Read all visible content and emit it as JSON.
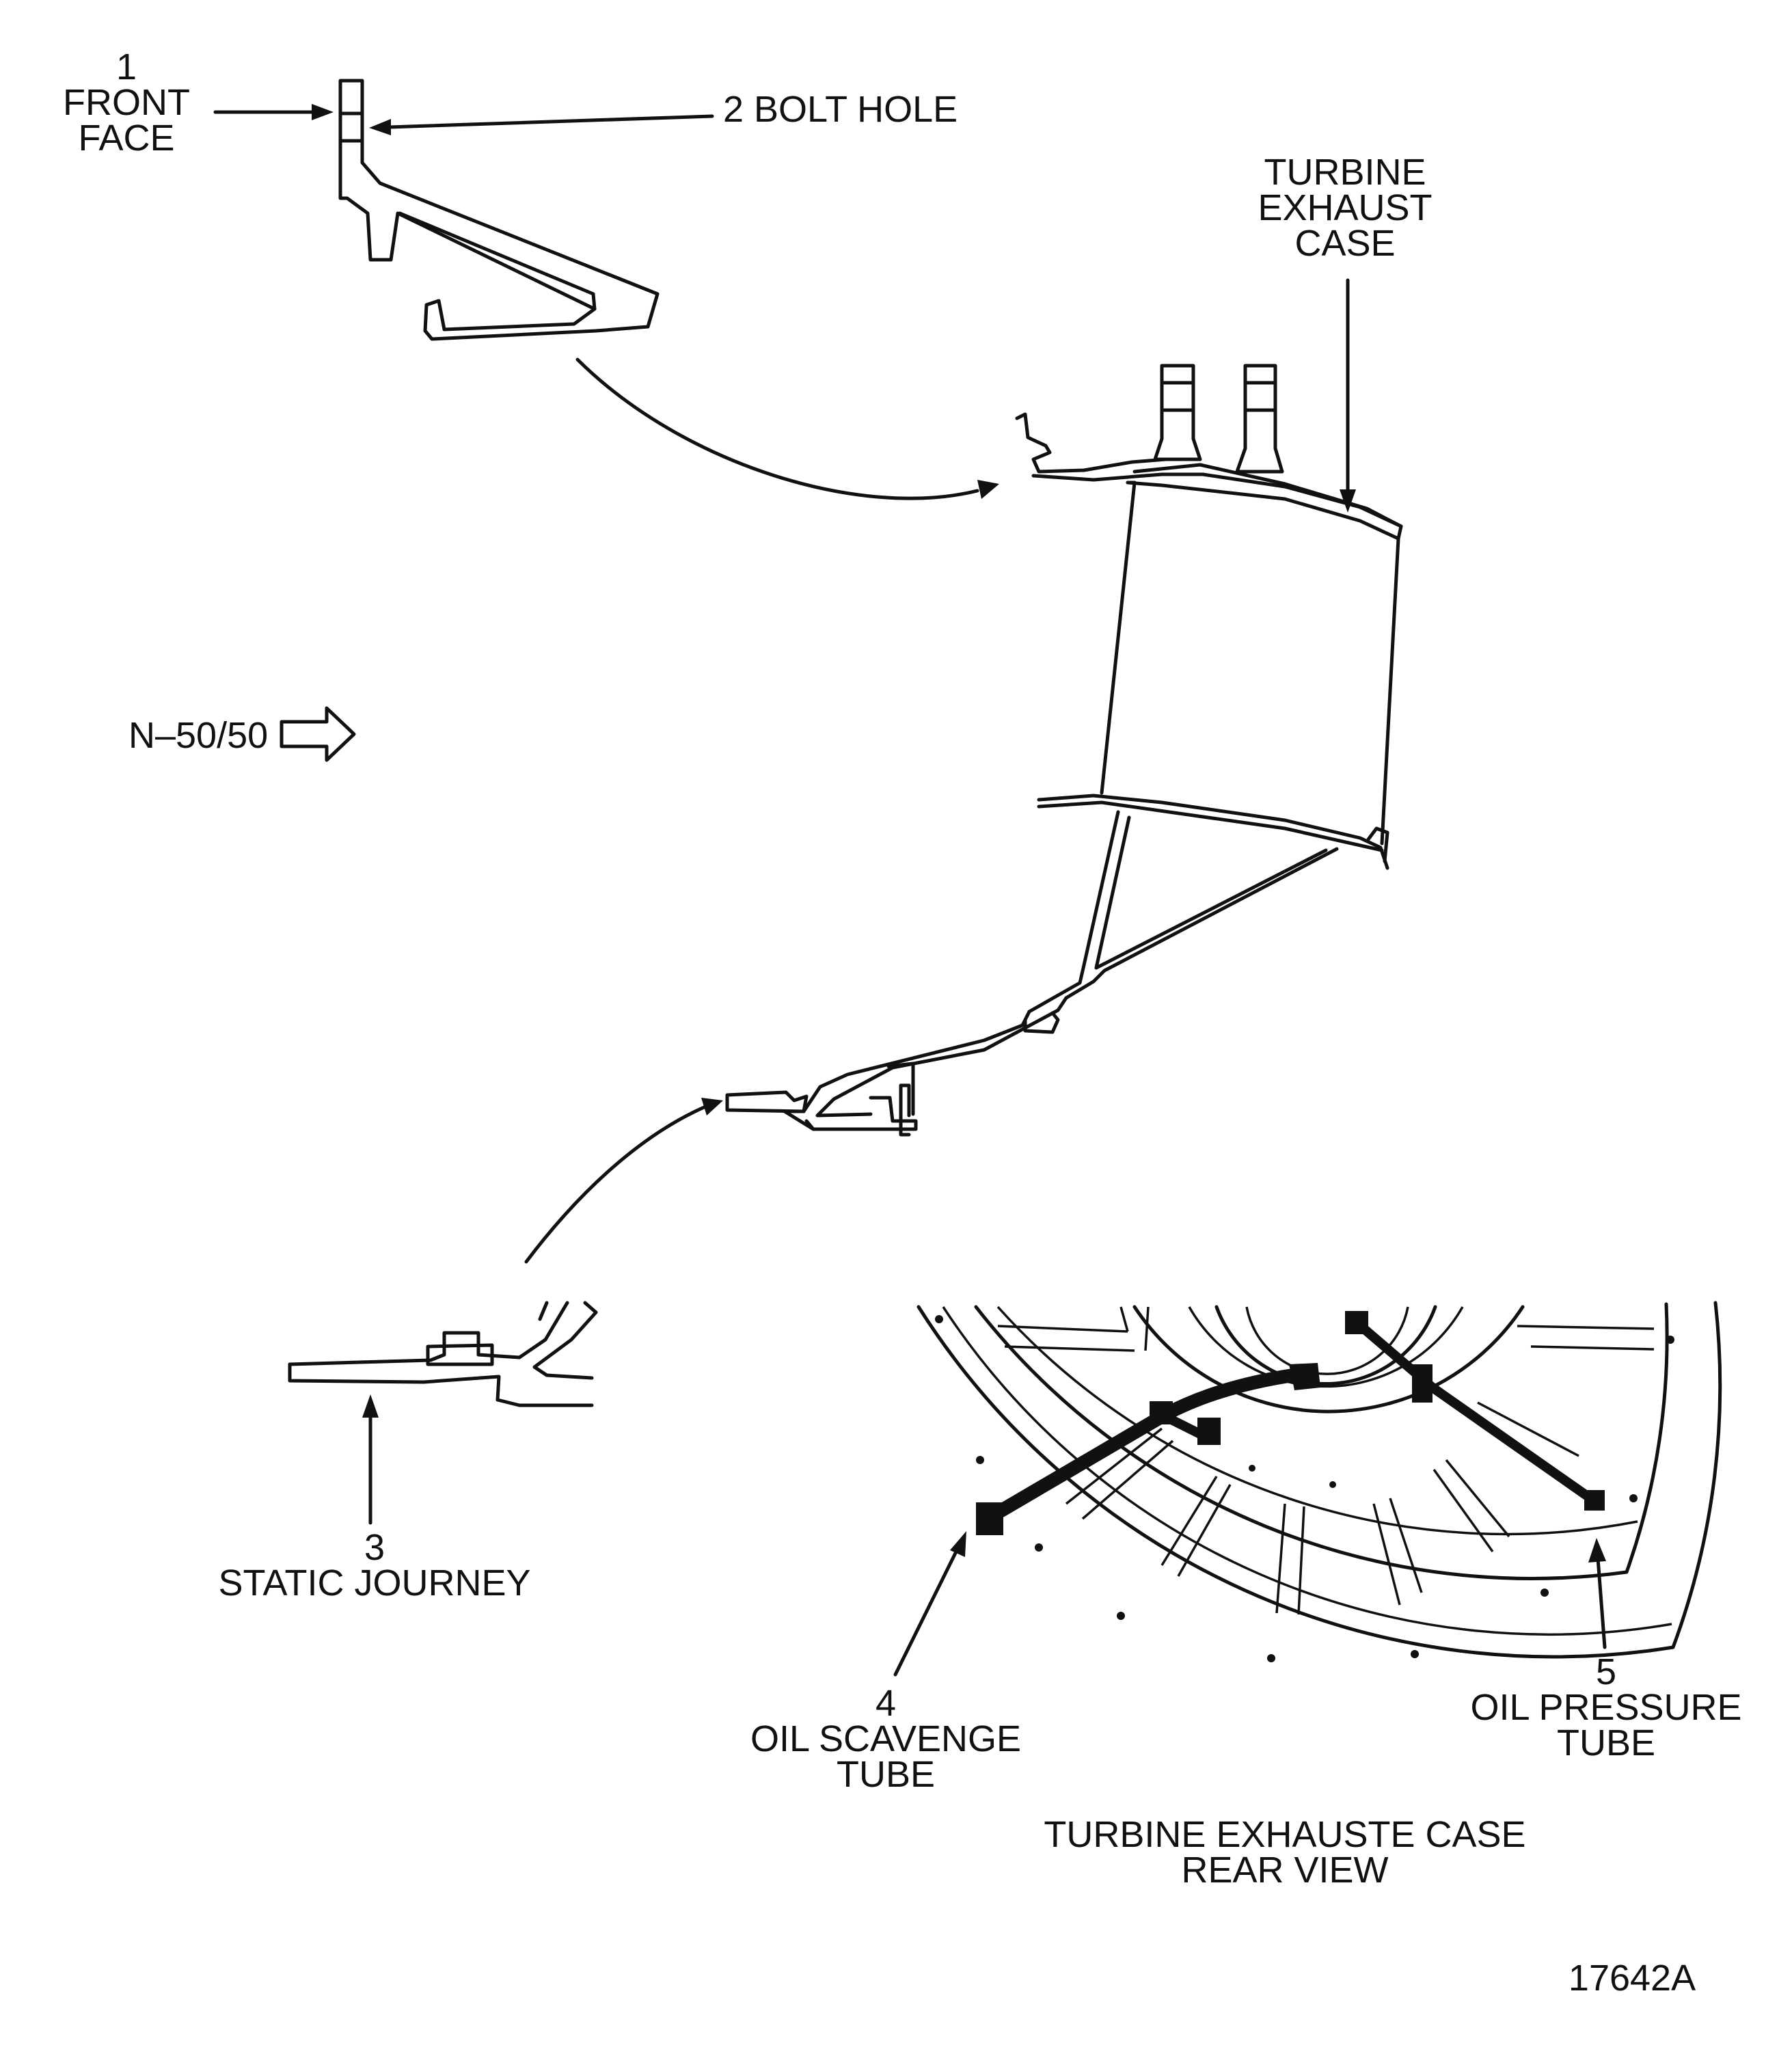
{
  "labels": {
    "front_face_num": "1",
    "front_face_l1": "FRONT",
    "front_face_l2": "FACE",
    "bolt_hole": "2 BOLT HOLE",
    "tec_l1": "TURBINE",
    "tec_l2": "EXHAUST",
    "tec_l3": "CASE",
    "direction": "N–50/50",
    "static_num": "3",
    "static_text": "STATIC JOURNEY",
    "scav_num": "4",
    "scav_l1": "OIL SCAVENGE",
    "scav_l2": "TUBE",
    "press_num": "5",
    "press_l1": "OIL PRESSURE",
    "press_l2": "TUBE",
    "rear_view_l1": "TURBINE EXHAUSTE CASE",
    "rear_view_l2": "REAR VIEW",
    "figure_id": "17642A"
  },
  "colors": {
    "ink": "#111111",
    "paper": "#ffffff"
  }
}
